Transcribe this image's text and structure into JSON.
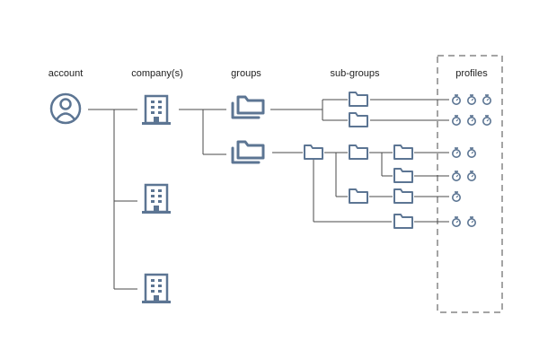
{
  "headers": {
    "account": "account",
    "companies": "company(s)",
    "groups": "groups",
    "subgroups": "sub-groups",
    "profiles": "profiles"
  },
  "colors": {
    "icon": "#5c7593",
    "line": "#4a4a4a",
    "text": "#222222"
  },
  "icons": {
    "account": "user-circle-icon",
    "company": "building-icon",
    "group": "folders-icon",
    "subgroup": "folder-icon",
    "profile": "stopwatch-icon"
  },
  "profile_counts": [
    3,
    3,
    2,
    2,
    1,
    2
  ]
}
